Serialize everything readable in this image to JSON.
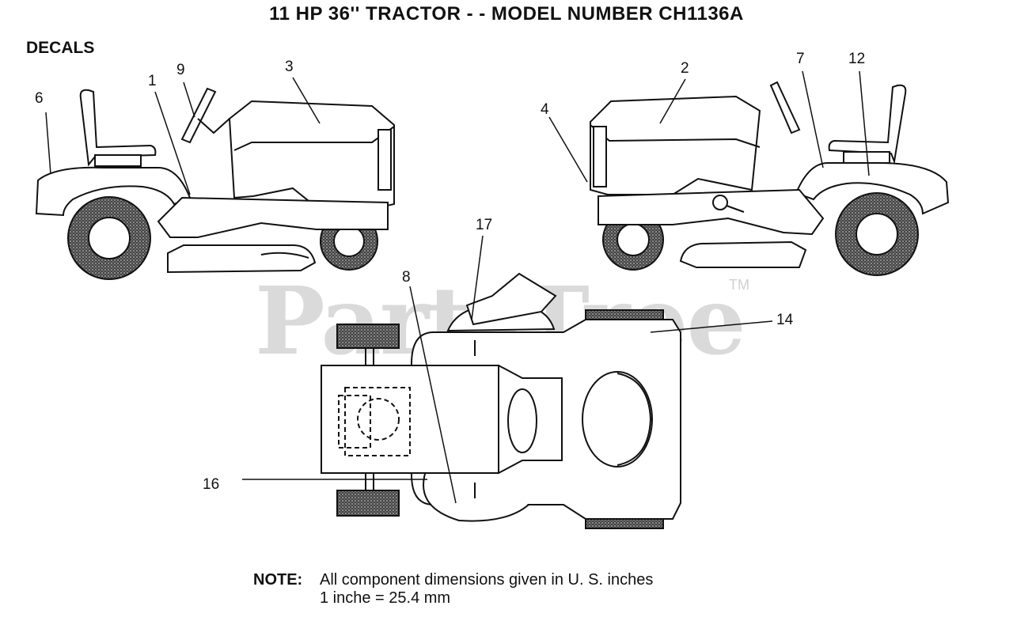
{
  "title": "11 HP 36'' TRACTOR  - - MODEL NUMBER CH1136A",
  "section": "DECALS",
  "callouts": [
    "6",
    "1",
    "9",
    "3",
    "2",
    "4",
    "7",
    "12",
    "17",
    "8",
    "14",
    "16"
  ],
  "watermark": {
    "text": "PartsTree",
    "trademark": "TM"
  },
  "note": {
    "label": "NOTE:",
    "line1": "All component dimensions given in U. S. inches",
    "line2": "1 inche = 25.4 mm"
  }
}
